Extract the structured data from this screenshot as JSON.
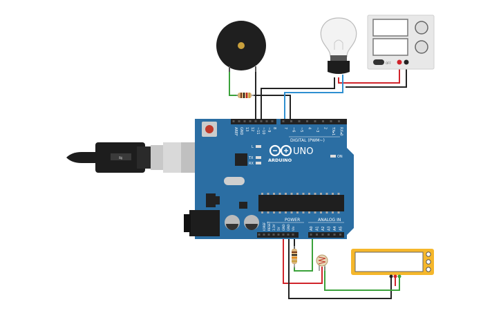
{
  "board": {
    "logo": "UNO",
    "brand": "ARDUINO",
    "digital_header": "DIGITAL (PWM~)",
    "analog_header": "ANALOG IN",
    "power_header": "POWER",
    "on_label": "ON",
    "led_l": "L",
    "led_tx": "TX",
    "led_rx": "RX",
    "top_pins": [
      "AREF",
      "GND",
      "13",
      "12",
      "~11",
      "~10",
      "~9",
      "8",
      "7",
      "~6",
      "~5",
      "4",
      "~3",
      "2",
      "TX▸1",
      "RX◂0"
    ],
    "power_pins": [
      "IOREF",
      "RESET",
      "3.3V",
      "5V",
      "GND",
      "GND",
      "Vin"
    ],
    "analog_pins": [
      "A0",
      "A1",
      "A2",
      "A3",
      "A4",
      "A5"
    ]
  },
  "power_supply": {
    "button_label": "OFF"
  },
  "colors": {
    "board": "#2b6ea3",
    "wire_red": "#d0232a",
    "wire_black": "#222222",
    "wire_green": "#3aa23a",
    "wire_blue": "#2e8fd0",
    "multimeter": "#f5b72b"
  }
}
